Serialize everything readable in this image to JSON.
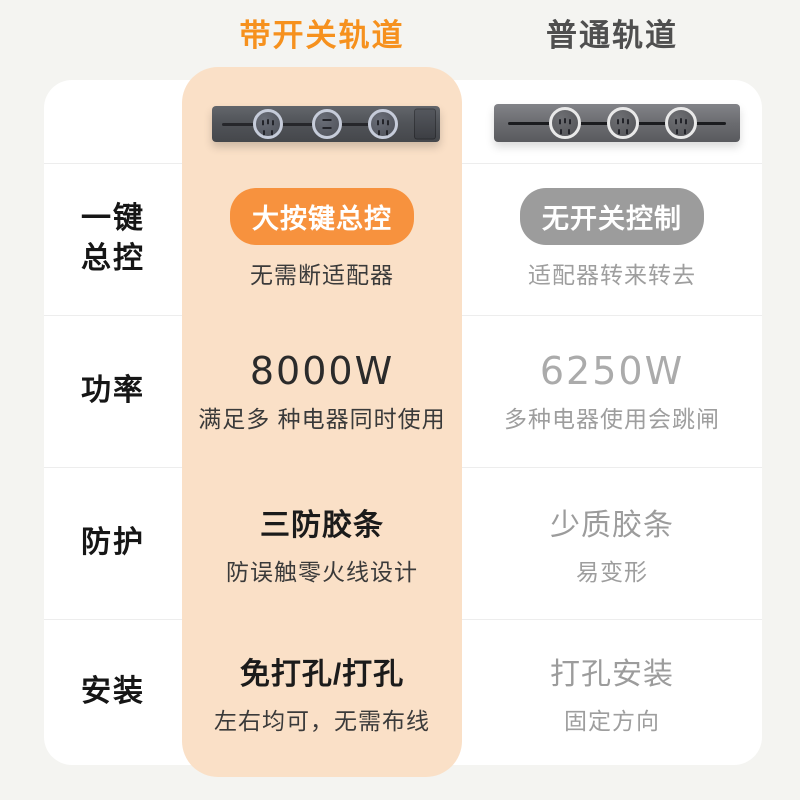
{
  "header": {
    "left_column": "带开关轨道",
    "right_column": "普通轨道"
  },
  "products": {
    "left": "switch-track-image",
    "right": "plain-track-image"
  },
  "rows": [
    {
      "label": "一键\n总控",
      "left": {
        "badge": "大按键总控",
        "sub": "无需断适配器"
      },
      "right": {
        "badge": "无开关控制",
        "sub": "适配器转来转去"
      }
    },
    {
      "label": "功率",
      "left": {
        "title": "8000W",
        "sub": "满足多 种电器同时使用"
      },
      "right": {
        "title": "6250W",
        "sub": "多种电器使用会跳闸"
      }
    },
    {
      "label": "防护",
      "left": {
        "title": "三防胶条",
        "sub": "防误触零火线设计"
      },
      "right": {
        "title": "少质胶条",
        "sub": "易变形"
      }
    },
    {
      "label": "安装",
      "left": {
        "title": "免打孔/打孔",
        "sub": "左右均可，无需布线"
      },
      "right": {
        "title": "打孔安装",
        "sub": "固定方向"
      }
    }
  ],
  "colors": {
    "accent_orange": "#F6911E",
    "pill_orange": "#F7923E",
    "pill_gray": "#9C9C9C",
    "panel_peach": "#FAE0C7",
    "muted_gray": "#9E9E9E",
    "page_bg": "#F4F4F1"
  }
}
